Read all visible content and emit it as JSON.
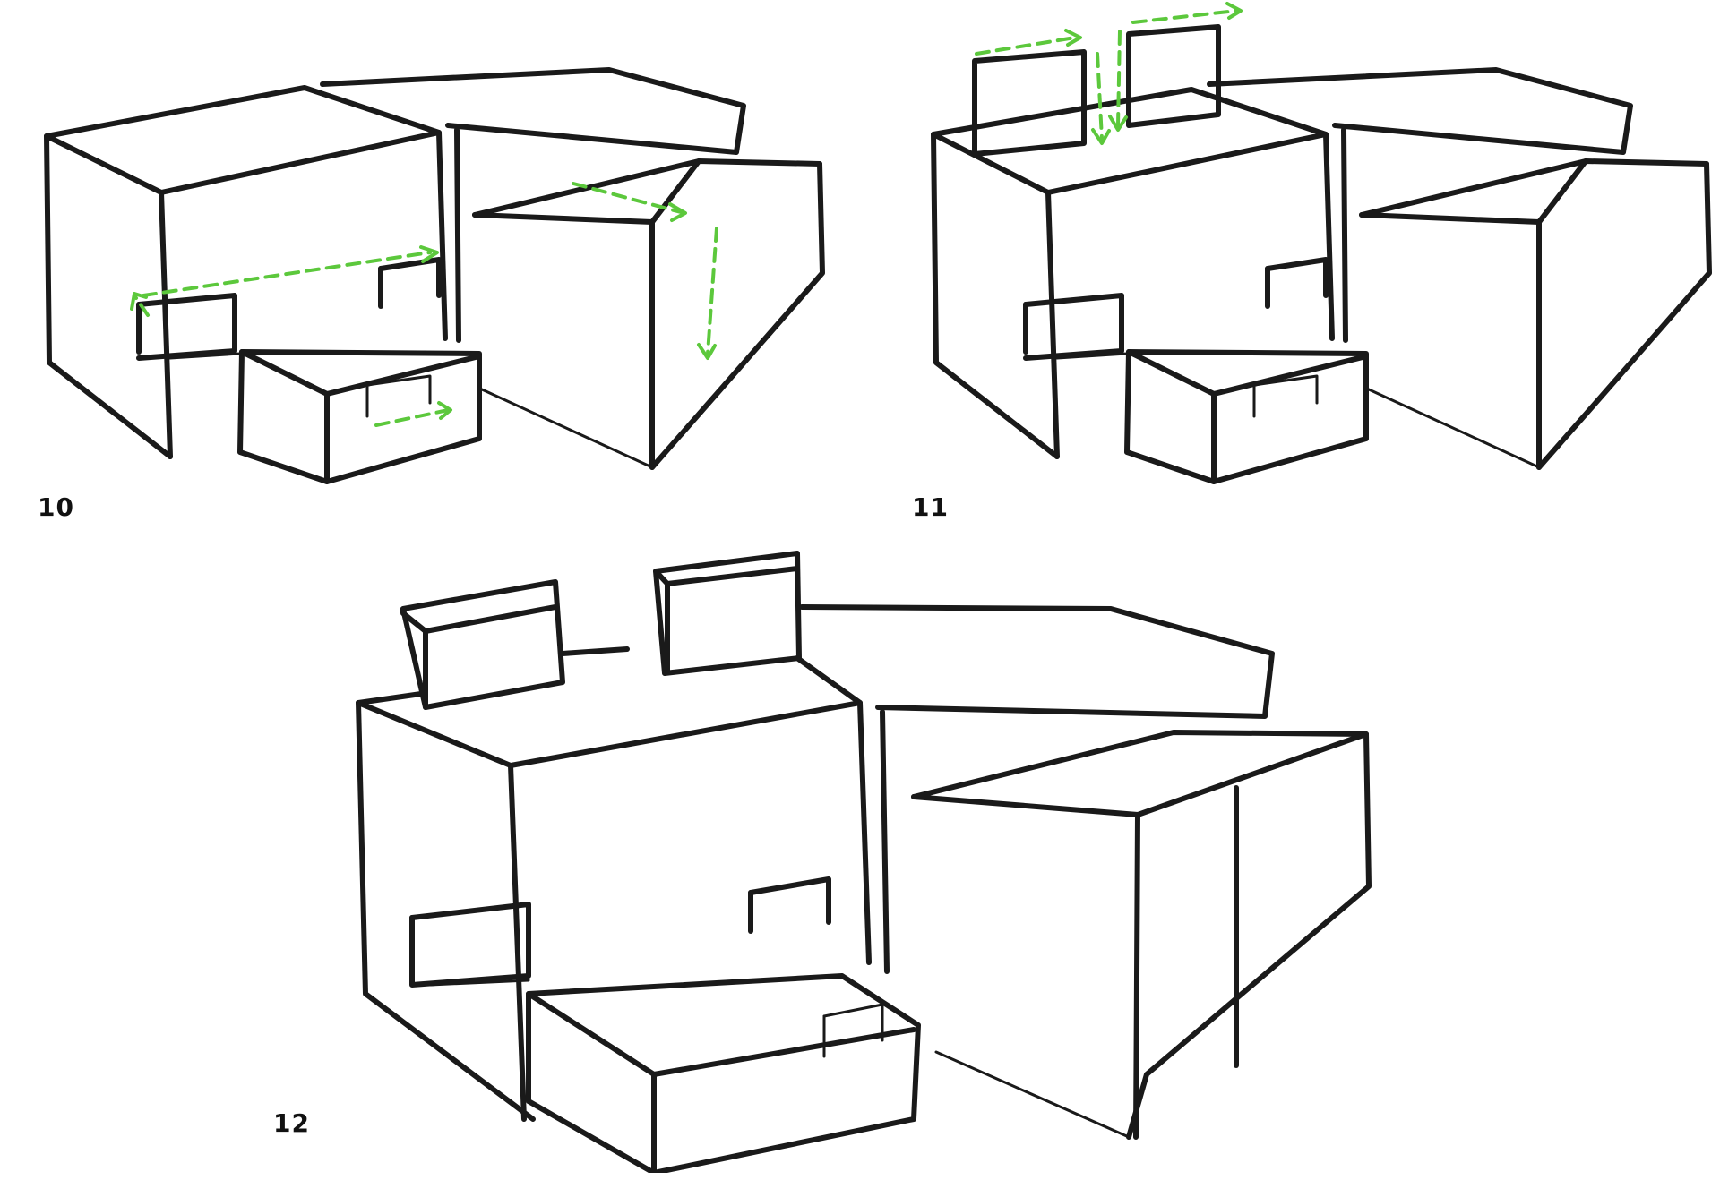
{
  "steps": [
    {
      "label": "10",
      "guides": true
    },
    {
      "label": "11",
      "guides": true
    },
    {
      "label": "12",
      "guides": false
    }
  ],
  "colors": {
    "ink": "#1a1a1a",
    "guide": "#5cc83c",
    "background": "#ffffff"
  }
}
